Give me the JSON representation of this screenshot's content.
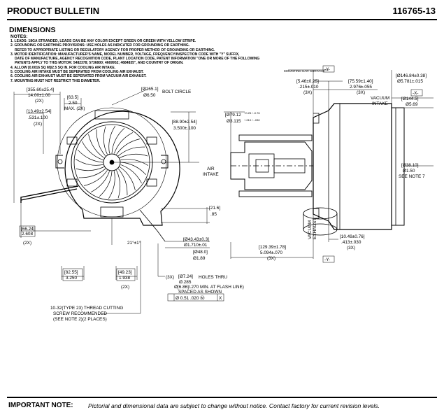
{
  "header": {
    "title": "PRODUCT BULLETIN",
    "part_number": "116765-13"
  },
  "section_title": "DIMENSIONS",
  "notes": {
    "title": "NOTES:",
    "lines": [
      "1. LEADS: 18GA STRANDED, LEADS CAN BE ANY COLOR EXCEPT GREEN OR GREEN WITH YELLOW STRIPE.",
      "2. GROUNDING OR EARTHING PROVISIONS: USE HOLES AS INDICATED FOR GROUNDING OR EARTHING.",
      "   REFER TO APPROPRIATE LISTING OR REGULATORY AGENCY FOR PROPER METHOD OF GROUNDING OR EARTHING.",
      "3. MOTOR IDENTIFICATION: MANUFACTURER'S NAME, MODEL NUMBER, VOLTAGE, FREQUENCY/INSPECTION CODE WITH \"Y\" SUFFIX,",
      "   DATE OF MANUFACTURE, AGENCY RECOGNITION CODE, PLANT LOCATION CODE, PATENT INFORMATION \"ONE OR MORE OF THE FOLLOWING",
      "   PATENTS APPLY TO THIS MOTOR: 5482378; 5736800; 4669952; 4684835\", AND COUNTRY OF ORIGIN.",
      "4. ALLOW [0.0016 SQ M]/2.5 SQ IN. FOR COOLING AIR INTAKE.",
      "5. COOLING AIR INTAKE MUST BE SEPERATED FROM COOLING AIR EXHAUST.",
      "6. COOLING AIR EXHAUST MUST BE SEPERATED FROM VACUUM AIR EXHAUST.",
      "7. MOUNTING MUST NOT RESTRICT THIS DIAMETER."
    ]
  },
  "front_view": {
    "dim_355": "[355.60±25.4]",
    "dim_14": "14.00±1.00",
    "dim_14_qty": "(2X)",
    "dim_63": "[63.5]",
    "dim_250": "2.50",
    "dim_max": "MAX. (2X)",
    "dim_1349": "[13.49±2.54]",
    "dim_531": ".531±.100",
    "dim_531_qty": "(2X)",
    "dim_165": "[Ø165.1]",
    "dim_650": "Ø6.50",
    "bolt_circle": "BOLT CIRCLE",
    "dim_8890": "[88.90±2.54]",
    "dim_3500": "3.500±.100",
    "dim_216": "[21.6]",
    "dim_85": ".85",
    "dim_6624": "[66.24]",
    "dim_2608": "2.608",
    "dim_2608_qty": "(2X)",
    "angle": "21°±1°",
    "dim_4343": "[Ø43.43±0.3]",
    "dim_1710": "Ø1.710±.01",
    "dim_480": "[Ø48.0]",
    "dim_189": "Ø1.89",
    "dim_8255": "[82.55]",
    "dim_3250": "3.250",
    "dim_4923": "[49.23]",
    "dim_1938": "1.938",
    "dim_1938_qty": "(2X)",
    "holes_qty": "(3X)",
    "dim_724": "[Ø7.24]",
    "dim_285": "Ø.285",
    "holes_thru": "HOLES THRU",
    "dim_686": "Ø[6.86]/.270 MIN. AT FLASH LINE)",
    "spaced": "SPACED AS SHOWN",
    "fcf_tol": "Ø 0.51 .020 Ⓜ",
    "fcf_datum": "X",
    "thread_line1": "10-32(TYPE 23) THREAD CUTTING",
    "thread_line2": "SCREW RECOMMENDED",
    "thread_line3": "(SEE NOTE 2)(2 PLACES)"
  },
  "side_view": {
    "mounting_ear": "MOUNTING EAR SURFACE",
    "datum_y": "-Y-",
    "datum_x": "-X-",
    "dim_546": "[5.46±0.25]",
    "dim_215": ".215±.010",
    "dim_215_qty": "(3X)",
    "dim_7559": "[75.59±1.40]",
    "dim_2976": "2.976±.055",
    "dim_2976_qty": "(3X)",
    "dim_14684": "[Ø146.84±0.38]",
    "dim_5781": "Ø5.781±.015",
    "dim_1445": "[Ø144.5]",
    "dim_569": "Ø5.69",
    "vacuum": "VACUUM",
    "intake": "INTAKE",
    "dim_7912": "[Ø79.12",
    "dim_7912_tol": "+0.25 / -0.76",
    "dim_3115": "Ø3.115",
    "dim_3115_tol": "+.010 / -.030",
    "air": "AIR",
    "air_intake": "INTAKE",
    "dim_3810": "[Ø38.10]",
    "dim_150": "Ø1.50",
    "see_note": "SEE NOTE 7",
    "vac_exhaust_1": "VACUUM",
    "vac_exhaust_2": "EXHAUST",
    "dim_1049": "[10.49±0.76]",
    "dim_413": ".413±.030",
    "dim_413_qty": "(3X)",
    "dim_12939": "[129.39±1.78]",
    "dim_5094": "5.094±.070",
    "dim_5094_qty": "(3X)"
  },
  "footer": {
    "label": "IMPORTANT NOTE:",
    "text": "Pictorial and dimensional data are subject to change without notice. Contact factory for current revision levels."
  }
}
